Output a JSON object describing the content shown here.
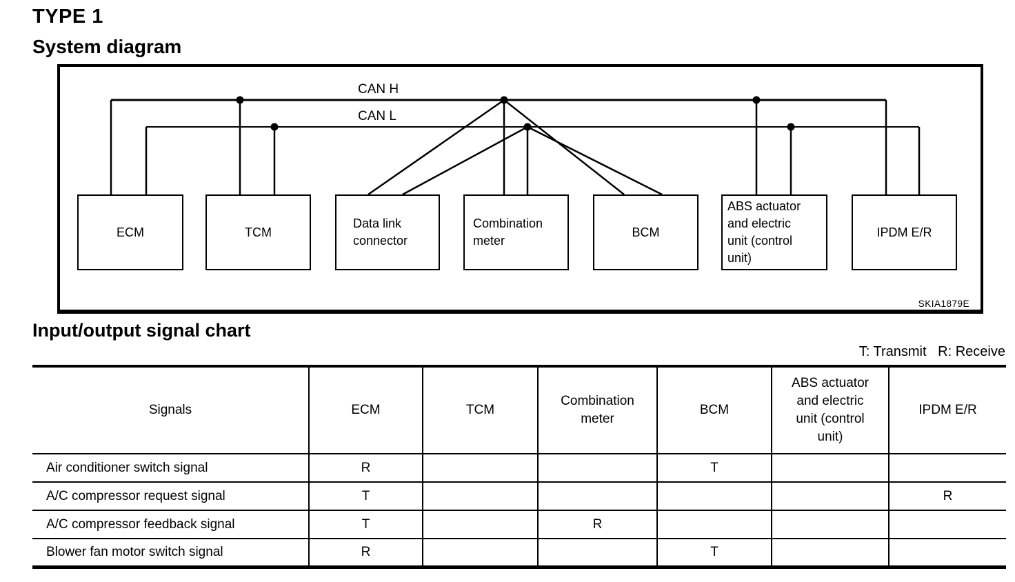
{
  "page": {
    "title": "TYPE 1",
    "subtitle": "System diagram",
    "chart_heading": "Input/output signal chart",
    "legend": "T: Transmit   R: Receive",
    "figure_code": "SKIA1879E"
  },
  "diagram": {
    "bus_h_label": "CAN H",
    "bus_l_label": "CAN L",
    "nodes": [
      "ECM",
      "TCM",
      "Data link connector",
      "Combination meter",
      "BCM",
      "ABS actuator and electric unit (control unit)",
      "IPDM E/R"
    ]
  },
  "table": {
    "columns": [
      "Signals",
      "ECM",
      "TCM",
      "Combination meter",
      "BCM",
      "ABS actuator and electric unit (control unit)",
      "IPDM E/R"
    ],
    "rows": [
      [
        "Air conditioner switch signal",
        "R",
        "",
        "",
        "T",
        "",
        ""
      ],
      [
        "A/C compressor request signal",
        "T",
        "",
        "",
        "",
        "",
        "R"
      ],
      [
        "A/C compressor feedback signal",
        "T",
        "",
        "R",
        "",
        "",
        ""
      ],
      [
        "Blower fan motor switch signal",
        "R",
        "",
        "",
        "T",
        "",
        ""
      ]
    ]
  }
}
